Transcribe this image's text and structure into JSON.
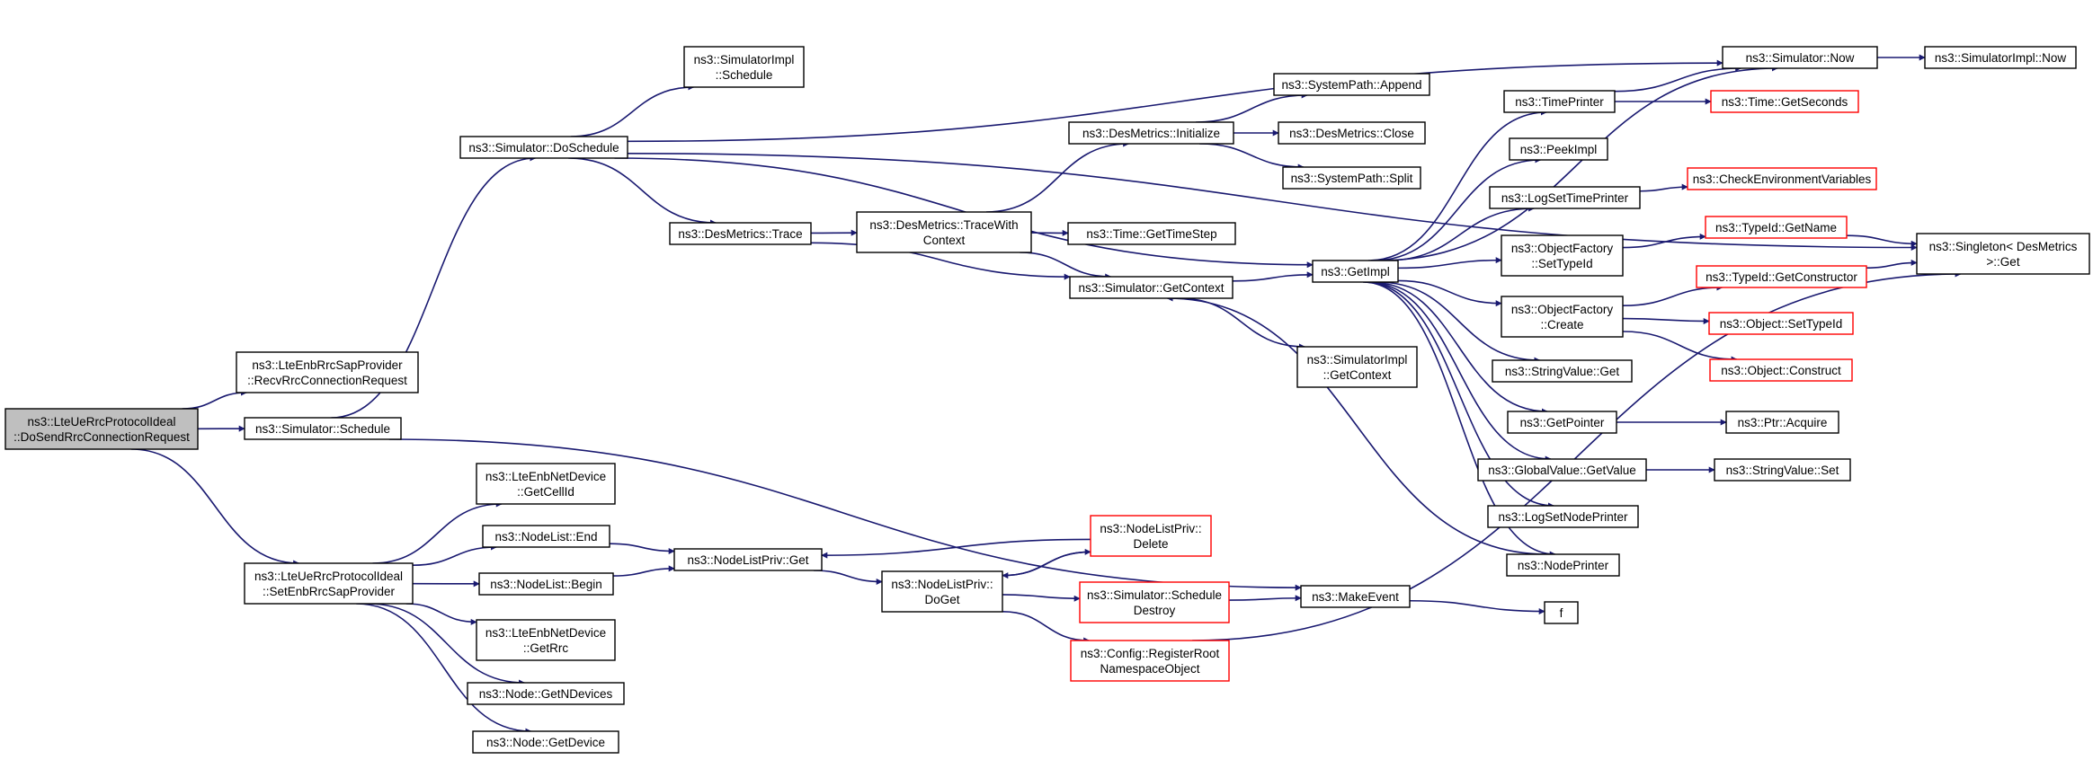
{
  "colors": {
    "edge": "#191970",
    "border_normal": "#000000",
    "border_truncated": "#ff0000",
    "root_fill": "#bfbfbf",
    "node_fill": "#ffffff"
  },
  "nodes": [
    {
      "id": "root",
      "lines": [
        "ns3::LteUeRrcProtocolIdeal",
        "::DoSendRrcConnectionRequest"
      ],
      "style": "root"
    },
    {
      "id": "recv",
      "lines": [
        "ns3::LteEnbRrcSapProvider",
        "::RecvRrcConnectionRequest"
      ],
      "style": "normal"
    },
    {
      "id": "sched",
      "lines": [
        "ns3::Simulator::Schedule"
      ],
      "style": "normal"
    },
    {
      "id": "setenb",
      "lines": [
        "ns3::LteUeRrcProtocolIdeal",
        "::SetEnbRrcSapProvider"
      ],
      "style": "normal"
    },
    {
      "id": "dosched",
      "lines": [
        "ns3::Simulator::DoSchedule"
      ],
      "style": "normal"
    },
    {
      "id": "simimplsched",
      "lines": [
        "ns3::SimulatorImpl",
        "::Schedule"
      ],
      "style": "normal"
    },
    {
      "id": "trace",
      "lines": [
        "ns3::DesMetrics::Trace"
      ],
      "style": "normal"
    },
    {
      "id": "tracewith",
      "lines": [
        "ns3::DesMetrics::TraceWith",
        "Context"
      ],
      "style": "normal"
    },
    {
      "id": "init",
      "lines": [
        "ns3::DesMetrics::Initialize"
      ],
      "style": "normal"
    },
    {
      "id": "append",
      "lines": [
        "ns3::SystemPath::Append"
      ],
      "style": "normal"
    },
    {
      "id": "close",
      "lines": [
        "ns3::DesMetrics::Close"
      ],
      "style": "normal"
    },
    {
      "id": "split",
      "lines": [
        "ns3::SystemPath::Split"
      ],
      "style": "normal"
    },
    {
      "id": "timestep",
      "lines": [
        "ns3::Time::GetTimeStep"
      ],
      "style": "normal"
    },
    {
      "id": "getcontext",
      "lines": [
        "ns3::Simulator::GetContext"
      ],
      "style": "normal"
    },
    {
      "id": "simimplctx",
      "lines": [
        "ns3::SimulatorImpl",
        "::GetContext"
      ],
      "style": "normal"
    },
    {
      "id": "getimpl",
      "lines": [
        "ns3::GetImpl"
      ],
      "style": "normal"
    },
    {
      "id": "timeprinter",
      "lines": [
        "ns3::TimePrinter"
      ],
      "style": "normal"
    },
    {
      "id": "now",
      "lines": [
        "ns3::Simulator::Now"
      ],
      "style": "normal"
    },
    {
      "id": "implnow",
      "lines": [
        "ns3::SimulatorImpl::Now"
      ],
      "style": "normal"
    },
    {
      "id": "getseconds",
      "lines": [
        "ns3::Time::GetSeconds"
      ],
      "style": "truncated"
    },
    {
      "id": "peekimpl",
      "lines": [
        "ns3::PeekImpl"
      ],
      "style": "normal"
    },
    {
      "id": "logsettime",
      "lines": [
        "ns3::LogSetTimePrinter"
      ],
      "style": "normal"
    },
    {
      "id": "checkenv",
      "lines": [
        "ns3::CheckEnvironmentVariables"
      ],
      "style": "truncated"
    },
    {
      "id": "ofsettypeid",
      "lines": [
        "ns3::ObjectFactory",
        "::SetTypeId"
      ],
      "style": "normal"
    },
    {
      "id": "getname",
      "lines": [
        "ns3::TypeId::GetName"
      ],
      "style": "truncated"
    },
    {
      "id": "singleton",
      "lines": [
        "ns3::Singleton< DesMetrics",
        " >::Get"
      ],
      "style": "normal"
    },
    {
      "id": "ofcreate",
      "lines": [
        "ns3::ObjectFactory",
        "::Create"
      ],
      "style": "normal"
    },
    {
      "id": "getctor",
      "lines": [
        "ns3::TypeId::GetConstructor"
      ],
      "style": "truncated"
    },
    {
      "id": "objsettypeid",
      "lines": [
        "ns3::Object::SetTypeId"
      ],
      "style": "truncated"
    },
    {
      "id": "objconstruct",
      "lines": [
        "ns3::Object::Construct"
      ],
      "style": "truncated"
    },
    {
      "id": "strget",
      "lines": [
        "ns3::StringValue::Get"
      ],
      "style": "normal"
    },
    {
      "id": "getpointer",
      "lines": [
        "ns3::GetPointer"
      ],
      "style": "normal"
    },
    {
      "id": "acquire",
      "lines": [
        "ns3::Ptr::Acquire"
      ],
      "style": "normal"
    },
    {
      "id": "gvgetvalue",
      "lines": [
        "ns3::GlobalValue::GetValue"
      ],
      "style": "normal"
    },
    {
      "id": "strset",
      "lines": [
        "ns3::StringValue::Set"
      ],
      "style": "normal"
    },
    {
      "id": "logsetnode",
      "lines": [
        "ns3::LogSetNodePrinter"
      ],
      "style": "normal"
    },
    {
      "id": "nodeprinter",
      "lines": [
        "ns3::NodePrinter"
      ],
      "style": "normal"
    },
    {
      "id": "getcellid",
      "lines": [
        "ns3::LteEnbNetDevice",
        "::GetCellId"
      ],
      "style": "normal"
    },
    {
      "id": "nlend",
      "lines": [
        "ns3::NodeList::End"
      ],
      "style": "normal"
    },
    {
      "id": "nlbegin",
      "lines": [
        "ns3::NodeList::Begin"
      ],
      "style": "normal"
    },
    {
      "id": "getrrc",
      "lines": [
        "ns3::LteEnbNetDevice",
        "::GetRrc"
      ],
      "style": "normal"
    },
    {
      "id": "getndev",
      "lines": [
        "ns3::Node::GetNDevices"
      ],
      "style": "normal"
    },
    {
      "id": "getdev",
      "lines": [
        "ns3::Node::GetDevice"
      ],
      "style": "normal"
    },
    {
      "id": "nlpget",
      "lines": [
        "ns3::NodeListPriv::Get"
      ],
      "style": "normal"
    },
    {
      "id": "nlpdoget",
      "lines": [
        "ns3::NodeListPriv::",
        "DoGet"
      ],
      "style": "normal"
    },
    {
      "id": "nlpdelete",
      "lines": [
        "ns3::NodeListPriv::",
        "Delete"
      ],
      "style": "truncated"
    },
    {
      "id": "schedestroy",
      "lines": [
        "ns3::Simulator::Schedule",
        "Destroy"
      ],
      "style": "truncated"
    },
    {
      "id": "cfgreg",
      "lines": [
        "ns3::Config::RegisterRoot",
        "NamespaceObject"
      ],
      "style": "truncated"
    },
    {
      "id": "makeevent",
      "lines": [
        "ns3::MakeEvent"
      ],
      "style": "normal"
    },
    {
      "id": "f",
      "lines": [
        "f"
      ],
      "style": "normal"
    }
  ],
  "edges": [
    [
      "root",
      "recv"
    ],
    [
      "root",
      "sched"
    ],
    [
      "root",
      "setenb"
    ],
    [
      "sched",
      "dosched"
    ],
    [
      "sched",
      "makeevent"
    ],
    [
      "dosched",
      "simimplsched"
    ],
    [
      "dosched",
      "trace"
    ],
    [
      "dosched",
      "getimpl"
    ],
    [
      "dosched",
      "now"
    ],
    [
      "dosched",
      "singleton"
    ],
    [
      "trace",
      "tracewith"
    ],
    [
      "trace",
      "getcontext"
    ],
    [
      "tracewith",
      "init"
    ],
    [
      "tracewith",
      "timestep"
    ],
    [
      "tracewith",
      "getcontext"
    ],
    [
      "init",
      "append"
    ],
    [
      "init",
      "close"
    ],
    [
      "init",
      "split"
    ],
    [
      "getcontext",
      "getimpl"
    ],
    [
      "getcontext",
      "simimplctx"
    ],
    [
      "getimpl",
      "timeprinter"
    ],
    [
      "getimpl",
      "now"
    ],
    [
      "getimpl",
      "peekimpl"
    ],
    [
      "getimpl",
      "logsettime"
    ],
    [
      "getimpl",
      "ofsettypeid"
    ],
    [
      "getimpl",
      "ofcreate"
    ],
    [
      "getimpl",
      "strget"
    ],
    [
      "getimpl",
      "getpointer"
    ],
    [
      "getimpl",
      "gvgetvalue"
    ],
    [
      "getimpl",
      "logsetnode"
    ],
    [
      "getimpl",
      "nodeprinter"
    ],
    [
      "timeprinter",
      "now"
    ],
    [
      "timeprinter",
      "getseconds"
    ],
    [
      "now",
      "implnow"
    ],
    [
      "logsettime",
      "checkenv"
    ],
    [
      "ofsettypeid",
      "getname"
    ],
    [
      "getname",
      "singleton"
    ],
    [
      "ofcreate",
      "getctor"
    ],
    [
      "ofcreate",
      "objsettypeid"
    ],
    [
      "ofcreate",
      "objconstruct"
    ],
    [
      "getctor",
      "singleton"
    ],
    [
      "getpointer",
      "acquire"
    ],
    [
      "gvgetvalue",
      "strset"
    ],
    [
      "setenb",
      "getcellid"
    ],
    [
      "setenb",
      "nlend"
    ],
    [
      "setenb",
      "nlbegin"
    ],
    [
      "setenb",
      "getrrc"
    ],
    [
      "setenb",
      "getndev"
    ],
    [
      "setenb",
      "getdev"
    ],
    [
      "nlend",
      "nlpget"
    ],
    [
      "nlbegin",
      "nlpget"
    ],
    [
      "nlpget",
      "nlpdoget"
    ],
    [
      "nlpdoget",
      "nlpdelete"
    ],
    [
      "nlpdelete",
      "nlpget"
    ],
    [
      "nlpdelete",
      "nlpdoget"
    ],
    [
      "nlpdoget",
      "schedestroy"
    ],
    [
      "nlpdoget",
      "cfgreg"
    ],
    [
      "schedestroy",
      "makeevent"
    ],
    [
      "cfgreg",
      "singleton"
    ],
    [
      "makeevent",
      "f"
    ],
    [
      "nodeprinter",
      "getcontext"
    ]
  ]
}
